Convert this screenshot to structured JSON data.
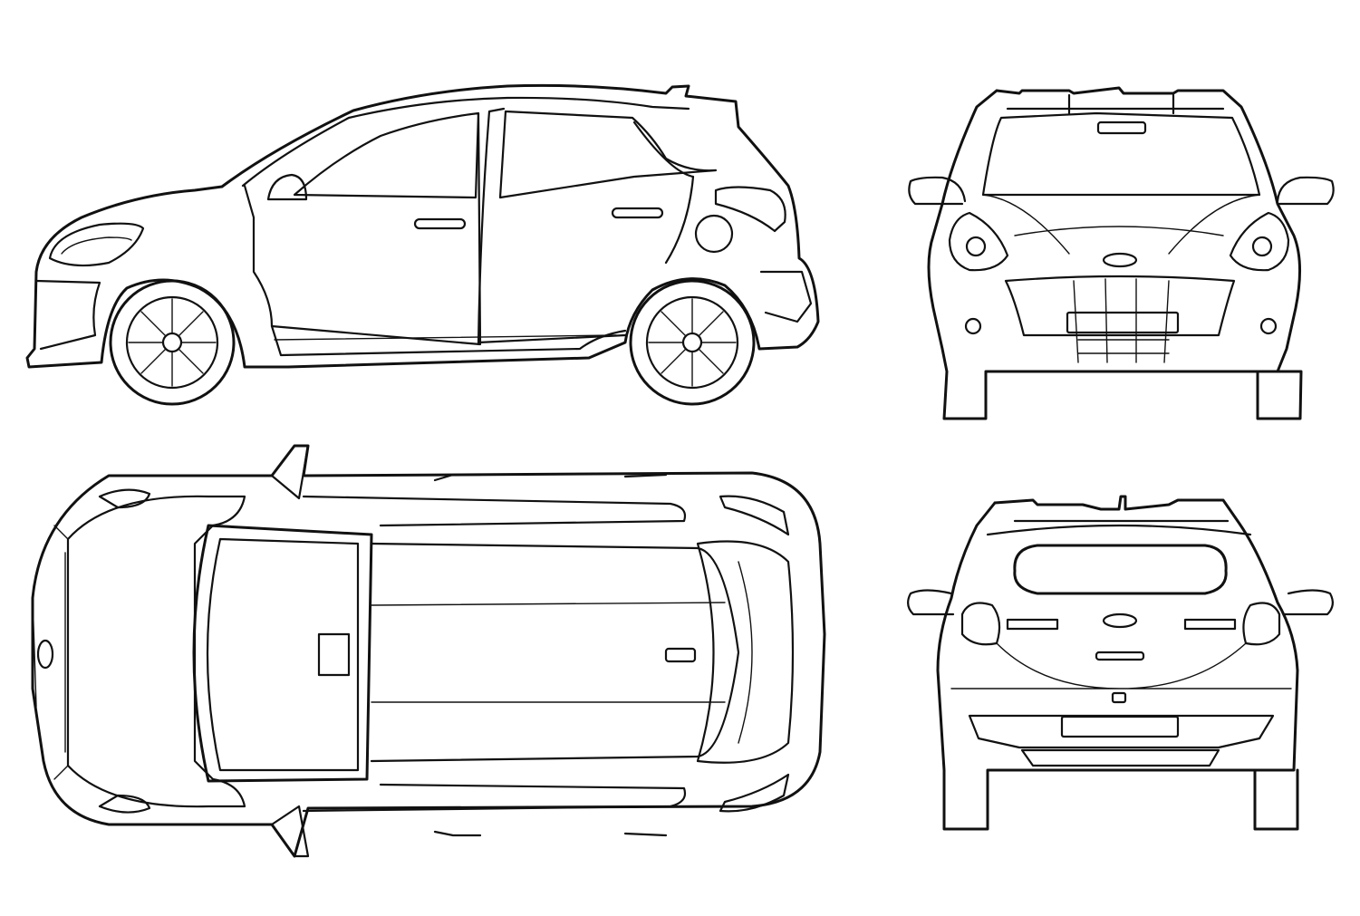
{
  "diagram": {
    "views": [
      {
        "id": "side",
        "name": ""
      },
      {
        "id": "front",
        "name": ""
      },
      {
        "id": "top",
        "name": ""
      },
      {
        "id": "rear",
        "name": ""
      }
    ],
    "line_color": "#111111",
    "background": "#ffffff"
  }
}
